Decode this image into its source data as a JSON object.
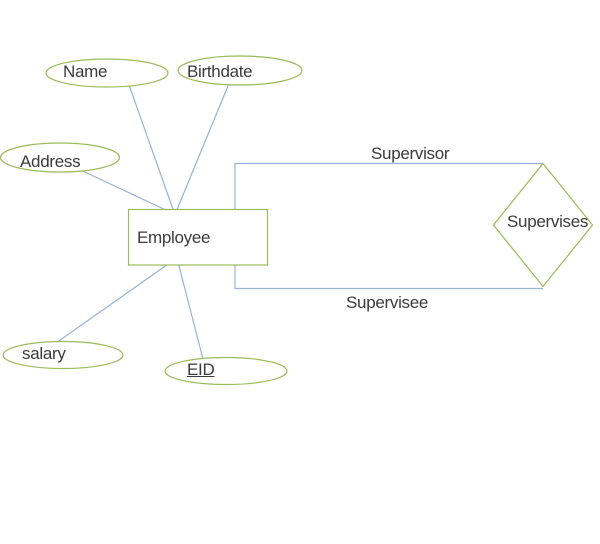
{
  "diagram": {
    "type": "entity-relationship",
    "entity": {
      "label": "Employee"
    },
    "relationship": {
      "label": "Supervises"
    },
    "roles": {
      "supervisor": "Supervisor",
      "supervisee": "Supervisee"
    },
    "attributes": {
      "name": {
        "label": "Name",
        "is_key": false
      },
      "birthdate": {
        "label": "Birthdate",
        "is_key": false
      },
      "address": {
        "label": "Address",
        "is_key": false
      },
      "salary": {
        "label": "salary",
        "is_key": false
      },
      "eid": {
        "label": "EID",
        "is_key": true
      }
    }
  },
  "colors": {
    "shape-border": "#9bbb59",
    "connector": "#95b3d7",
    "text": "#3b3b3b",
    "background": "#ffffff"
  }
}
